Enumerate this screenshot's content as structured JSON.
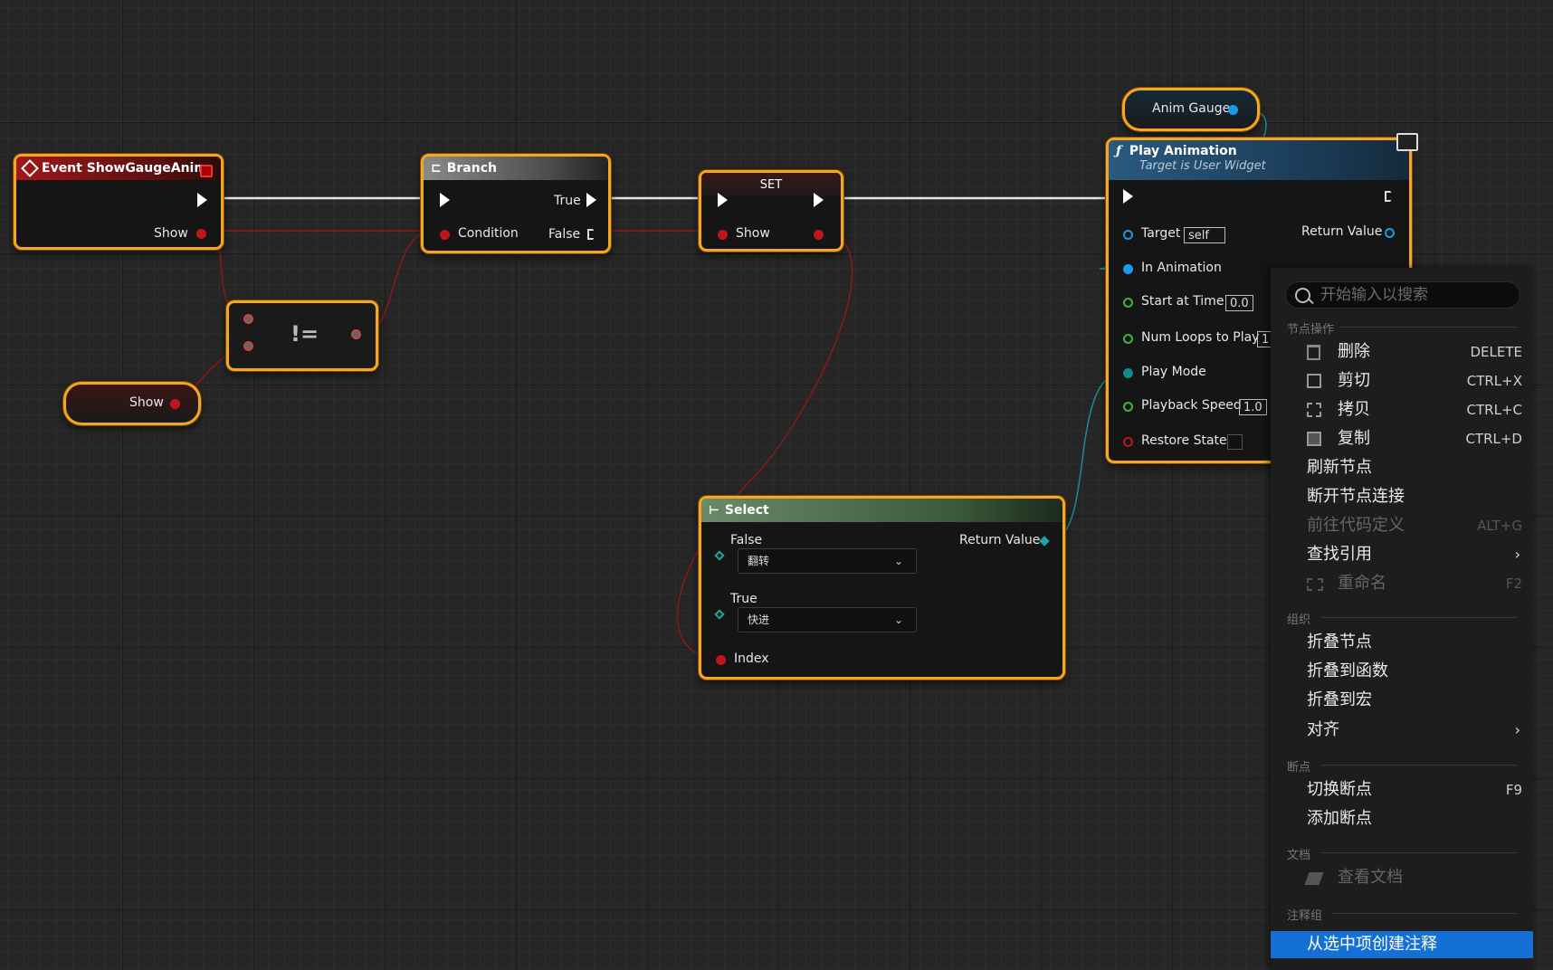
{
  "nodes": {
    "event": {
      "title": "Event ShowGaugeAnim",
      "pin_show": "Show"
    },
    "branch": {
      "title": "Branch",
      "pin_condition": "Condition",
      "pin_true": "True",
      "pin_false": "False"
    },
    "set": {
      "title": "SET",
      "pin_show": "Show"
    },
    "not_equal": {
      "symbol": "!="
    },
    "show_getter": {
      "label": "Show"
    },
    "anim_gauge": {
      "label": "Anim Gauge"
    },
    "play_animation": {
      "title": "Play Animation",
      "subtitle": "Target is User Widget",
      "target": "Target",
      "target_value": "self",
      "return_value": "Return Value",
      "in_animation": "In Animation",
      "start_time": "Start at Time",
      "start_time_value": "0.0",
      "num_loops": "Num Loops to Play",
      "num_loops_value": "1",
      "play_mode": "Play Mode",
      "playback_speed": "Playback Speed",
      "playback_speed_value": "1.0",
      "restore_state": "Restore State"
    },
    "select": {
      "title": "Select",
      "false_label": "False",
      "false_value": "翻转",
      "true_label": "True",
      "true_value": "快进",
      "index_label": "Index",
      "return_value": "Return Value"
    }
  },
  "context_menu": {
    "search_placeholder": "开始输入以搜索",
    "sections": {
      "node_ops": "节点操作",
      "organize": "组织",
      "breakpoints": "断点",
      "docs": "文档",
      "comment_group": "注释组"
    },
    "items": {
      "delete": {
        "label": "删除",
        "shortcut": "DELETE"
      },
      "cut": {
        "label": "剪切",
        "shortcut": "CTRL+X"
      },
      "copy": {
        "label": "拷贝",
        "shortcut": "CTRL+C"
      },
      "duplicate": {
        "label": "复制",
        "shortcut": "CTRL+D"
      },
      "refresh": {
        "label": "刷新节点"
      },
      "break_links": {
        "label": "断开节点连接"
      },
      "goto_def": {
        "label": "前往代码定义",
        "shortcut": "ALT+G"
      },
      "find_refs": {
        "label": "查找引用"
      },
      "rename": {
        "label": "重命名",
        "shortcut": "F2"
      },
      "collapse_nodes": {
        "label": "折叠节点"
      },
      "collapse_function": {
        "label": "折叠到函数"
      },
      "collapse_macro": {
        "label": "折叠到宏"
      },
      "align": {
        "label": "对齐"
      },
      "toggle_bp": {
        "label": "切换断点",
        "shortcut": "F9"
      },
      "add_bp": {
        "label": "添加断点"
      },
      "view_docs": {
        "label": "查看文档"
      },
      "create_comment": {
        "label": "从选中项创建注释"
      }
    }
  },
  "colors": {
    "selection_outline": "#f5a623",
    "bool_pin": "#c0161b",
    "object_pin": "#1a9ae8",
    "float_pin": "#3db83d",
    "enum_pin": "#138a8a",
    "menu_highlight": "#1570d6"
  }
}
